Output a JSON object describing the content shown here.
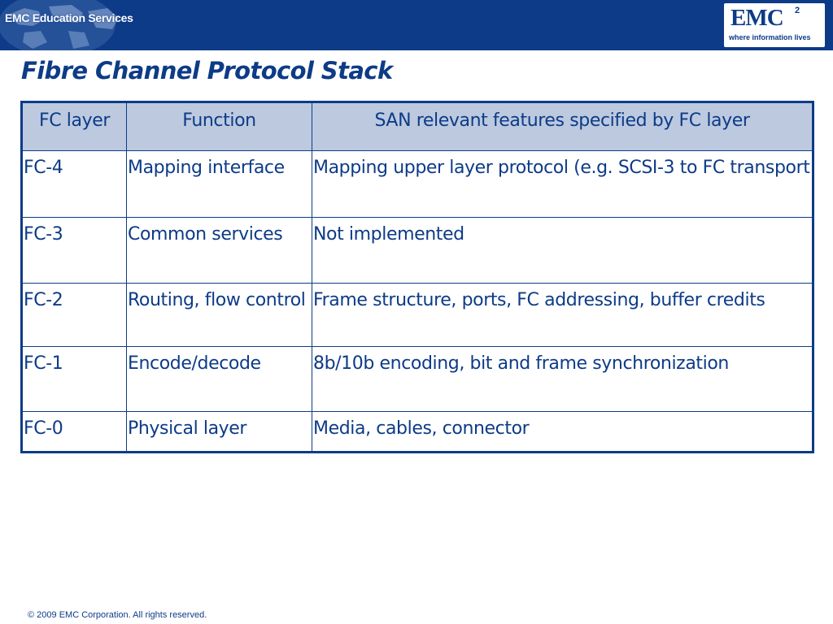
{
  "header": {
    "edu_label": "EMC Education Services",
    "brand_mark": "EMC",
    "brand_superscript": "2",
    "brand_tagline": "where information lives",
    "brand_color": "#0d3b87"
  },
  "slide": {
    "title": "Fibre Channel Protocol Stack"
  },
  "table": {
    "columns": [
      "FC layer",
      "Function",
      "SAN relevant features specified by FC layer"
    ],
    "rows": [
      [
        "FC-4",
        "Mapping interface",
        "Mapping upper layer protocol (e.g. SCSI-3 to FC transport"
      ],
      [
        "FC-3",
        "Common services",
        "Not implemented"
      ],
      [
        "FC-2",
        "Routing, flow control",
        "Frame structure, ports, FC addressing, buffer credits"
      ],
      [
        "FC-1",
        "Encode/decode",
        "8b/10b encoding, bit and frame synchronization"
      ],
      [
        "FC-0",
        "Physical layer",
        "Media, cables, connector"
      ]
    ],
    "header_fill": "#bcc9df"
  },
  "footer": {
    "copyright": "© 2009 EMC Corporation. All rights reserved."
  }
}
